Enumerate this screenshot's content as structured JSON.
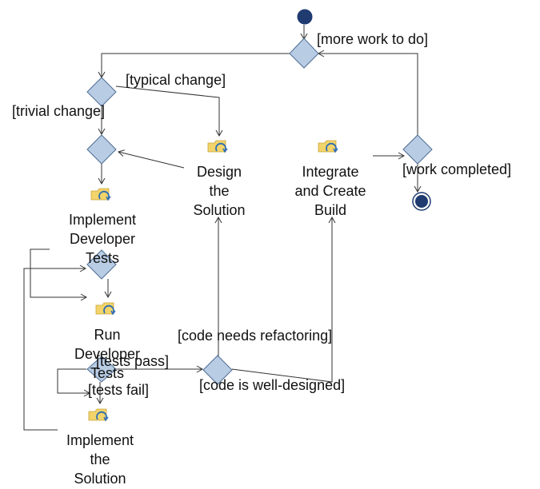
{
  "colors": {
    "decision_fill": "#b8cce4",
    "decision_stroke": "#4f6d94",
    "node_dark": "#1f3b70",
    "activity_icon": "#f3d46a",
    "activity_icon_arrow": "#2f6fb3"
  },
  "activities": {
    "design": [
      "Design",
      "the",
      "Solution"
    ],
    "integrate": [
      "Integrate",
      "and Create",
      "Build"
    ],
    "implement_tests": [
      "Implement",
      "Developer",
      "Tests"
    ],
    "run_tests": [
      "Run",
      "Developer",
      "Tests"
    ],
    "implement_solution": [
      "Implement",
      "the",
      "Solution"
    ]
  },
  "guards": {
    "more_work": "[more work to do]",
    "typical_change": "[typical change]",
    "trivial_change": "[trivial change]",
    "work_completed": "[work completed]",
    "code_needs_refactoring": "[code needs refactoring]",
    "tests_pass": "[tests pass]",
    "tests_fail": "[tests fail]",
    "code_well_designed": "[code is well-designed]"
  },
  "icons": {
    "activity": "activity-icon",
    "decision": "decision-diamond",
    "start": "initial-node",
    "end": "final-node"
  }
}
